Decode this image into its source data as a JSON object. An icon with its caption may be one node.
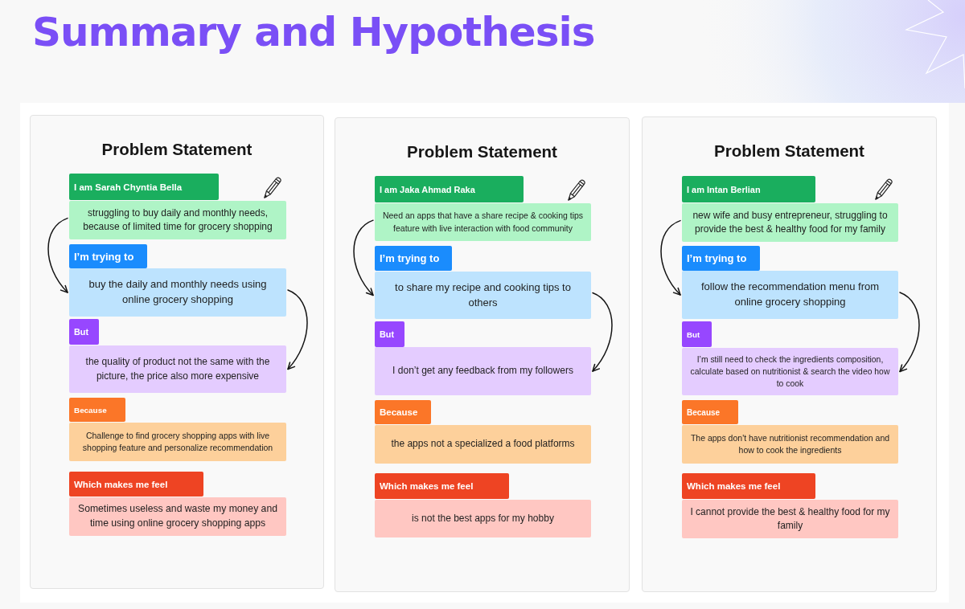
{
  "diagram": {
    "title": "Summary and Hypothesis",
    "nodes": [
      {
        "text": [
          "Problem Statement"
        ]
      },
      {
        "text": [
          "I am Sarah Chyntia Bella"
        ],
        "in": 0
      },
      {
        "text": [
          "struggling to buy daily and monthly needs, because of limited time for grocery shopping"
        ],
        "in": 0
      },
      {
        "text": [
          "I’m trying to"
        ],
        "in": 0
      },
      {
        "text": [
          "buy the daily and monthly needs using online grocery shopping"
        ],
        "in": 0
      },
      {
        "text": [
          "But"
        ],
        "in": 0
      },
      {
        "text": [
          "the quality of product not the same with the picture, the price also more expensive"
        ],
        "in": 0
      },
      {
        "text": [
          "Because"
        ],
        "in": 0
      },
      {
        "text": [
          "Challenge to find grocery shopping apps with live shopping feature and personalize recommendation"
        ],
        "in": 0
      },
      {
        "text": [
          "Which makes me feel"
        ],
        "in": 0
      },
      {
        "text": [
          "Sometimes useless and waste my money and time using online grocery shopping apps"
        ],
        "in": 0
      },
      {
        "text": [
          "Problem Statement"
        ]
      },
      {
        "text": [
          "I am Jaka Ahmad Raka"
        ],
        "in": 11
      },
      {
        "text": [
          "Need an apps that have a share recipe & cooking tips feature with live interaction with food community"
        ],
        "in": 11
      },
      {
        "text": [
          "I’m trying to"
        ],
        "in": 11
      },
      {
        "text": [
          "to share my recipe and cooking tips to others"
        ],
        "in": 11
      },
      {
        "text": [
          "But"
        ],
        "in": 11
      },
      {
        "text": [
          "I don’t get any feedback from my followers"
        ],
        "in": 11
      },
      {
        "text": [
          "Because"
        ],
        "in": 11
      },
      {
        "text": [
          "the apps not a specialized a food platforms"
        ],
        "in": 11
      },
      {
        "text": [
          "Which makes me feel"
        ],
        "in": 11
      },
      {
        "text": [
          "is not the best apps for my hobby"
        ],
        "in": 11
      },
      {
        "text": [
          "Problem Statement"
        ]
      },
      {
        "text": [
          "I am Intan Berlian"
        ],
        "in": 22
      },
      {
        "text": [
          "new wife and busy entrepreneur, struggling to provide the best & healthy food for my family"
        ],
        "in": 22
      },
      {
        "text": [
          "I’m trying to"
        ],
        "in": 22
      },
      {
        "text": [
          "follow the recommendation menu from online grocery shopping"
        ],
        "in": 22
      },
      {
        "text": [
          "But"
        ],
        "in": 22
      },
      {
        "text": [
          "I’m still need to check the ingredients composition, calculate based on nutritionist & search the video how to cook"
        ],
        "in": 22
      },
      {
        "text": [
          "Because"
        ],
        "in": 22
      },
      {
        "text": [
          "The apps don't have nutritionist recommendation and how to cook the ingredients"
        ],
        "in": 22
      },
      {
        "text": [
          "Which makes me feel"
        ],
        "in": 22
      },
      {
        "text": [
          "I cannot provide the best & healthy food for my family"
        ],
        "in": 22
      }
    ],
    "edges": [
      {
        "from": 2,
        "to": 4,
        "arrow": "to"
      },
      {
        "from": 4,
        "to": 6,
        "arrow": "to"
      },
      {
        "from": 13,
        "to": 15,
        "arrow": "to"
      },
      {
        "from": 15,
        "to": 17,
        "arrow": "to"
      },
      {
        "from": 24,
        "to": 26,
        "arrow": "to"
      },
      {
        "from": 26,
        "to": 28,
        "arrow": "to"
      }
    ]
  }
}
